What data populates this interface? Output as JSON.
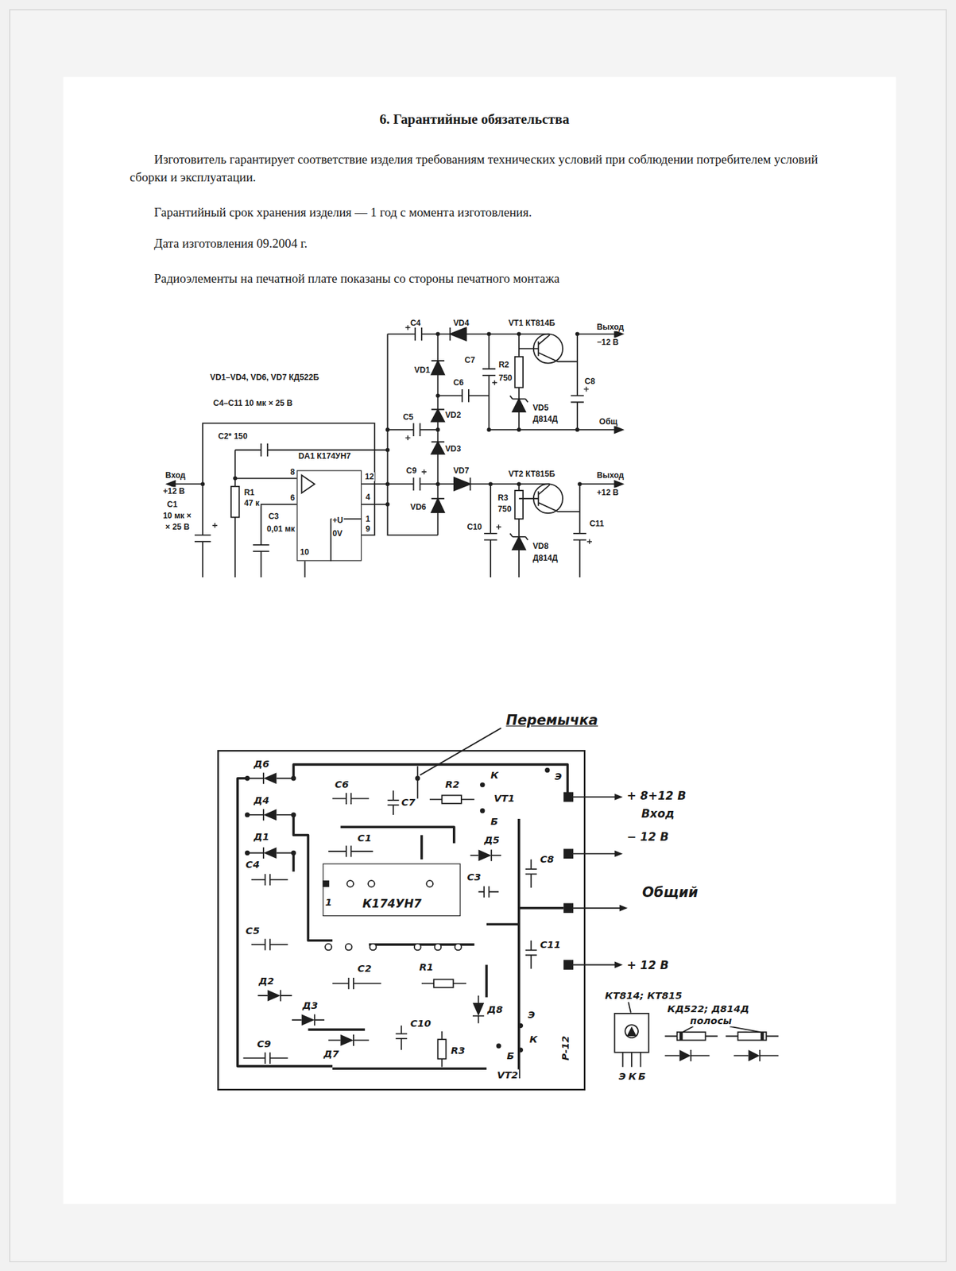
{
  "diagram": {
    "title": "6. Гарантийные обязательства",
    "nodes": [
      {
        "text": [
          "DA1 К174УН7",
          "+U",
          "0V"
        ]
      },
      {
        "text": [
          "Р-12"
        ]
      },
      {
        "text": [
          "1",
          "К174УН7"
        ],
        "in": 1
      }
    ],
    "labels": [
      "Изготовитель гарантирует соответствие изделия требованиям технических условий при соблюдении потребителем условий сборки и эксплуатации.",
      "Гарантийный срок хранения изделия — 1 год с момента изготовления.",
      "Дата изготовления 09.2004 г.",
      "Радиоэлементы на печатной плате показаны со стороны печатного монтажа",
      "VD1–VD4, VD6, VD7 КД522Б",
      "C4–C11 10 мк × 25 В",
      "C2* 150",
      "Вход",
      "+12 В",
      "R1",
      "47 к",
      "C1",
      "10 мк ×",
      "× 25 В",
      "C3",
      "0,01 мк",
      "8",
      "6",
      "10",
      "12",
      "4",
      "1",
      "9",
      "C4",
      "VD4",
      "VT1 КТ814Б",
      "Выход",
      "−12 В",
      "C7",
      "VD1",
      "C6",
      "R2",
      "750",
      "C8",
      "VD5",
      "Д814Д",
      "Общ",
      "C5",
      "VD2",
      "VD3",
      "C9",
      "VD7",
      "VT2 КТ815Б",
      "Выход",
      "+12 В",
      "VD6",
      "C10",
      "R3",
      "750",
      "C11",
      "VD8",
      "Д814Д",
      "Перемычка",
      "Д6",
      "Д4",
      "Д1",
      "С4",
      "С5",
      "Д2",
      "Д3",
      "С9",
      "С6",
      "С7",
      "R2",
      "К",
      "VT1",
      "Б",
      "Э",
      "С1",
      "Д5",
      "С3",
      "С8",
      "С11",
      "С2",
      "R1",
      "Д8",
      "Э",
      "С10",
      "Д7",
      "R3",
      "К",
      "Б",
      "VT2",
      "+ 8+12 В",
      "Вход",
      "− 12 В",
      "Общий",
      "+ 12 В",
      "КТ814; КТ815",
      "КД522; Д814Д",
      "полосы",
      "Э",
      "К",
      "Б"
    ]
  }
}
